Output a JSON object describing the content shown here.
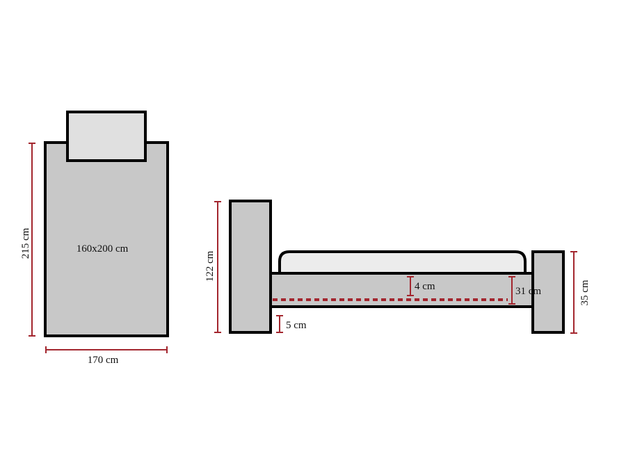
{
  "colors": {
    "frame_fill": "#c8c8c8",
    "mattress_fill": "#ececec",
    "dimension": "#a3262e",
    "outline": "#000000"
  },
  "top_view": {
    "mattress_size": "160x200 cm",
    "length": "215 cm",
    "width": "170 cm"
  },
  "side_view": {
    "headboard_height": "122 cm",
    "clearance": "5 cm",
    "slat_depth": "4 cm",
    "frame_height": "31 cm",
    "footboard_height": "35 cm"
  }
}
